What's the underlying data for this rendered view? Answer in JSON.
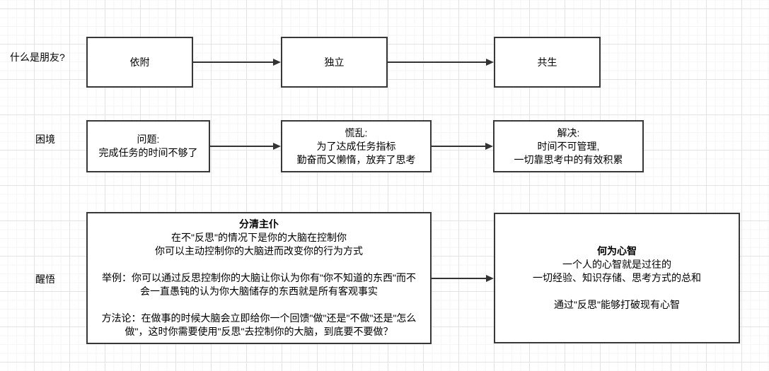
{
  "canvas": {
    "kind": "flowchart-on-grid",
    "colors": {
      "background": "#ffffff",
      "grid_minor": "#f6f6f6",
      "grid_major": "#e3e3e3",
      "box_border": "#383838",
      "arrow": "#333333",
      "text": "#000000"
    }
  },
  "rows": [
    {
      "label": "什么是朋友?",
      "boxes": [
        {
          "lines": [
            "依附"
          ]
        },
        {
          "lines": [
            "独立"
          ]
        },
        {
          "lines": [
            "共生"
          ]
        }
      ]
    },
    {
      "label": "困境",
      "boxes": [
        {
          "lines": [
            "问题:",
            "完成任务的时间不够了"
          ]
        },
        {
          "lines": [
            "慌乱:",
            "为了达成任务指标",
            "勤奋而又懒惰，放弃了思考"
          ]
        },
        {
          "lines": [
            "解决:",
            "时间不可管理,",
            "一切靠思考中的有效积累"
          ]
        }
      ]
    },
    {
      "label": "醒悟",
      "boxes": [
        {
          "title": "分清主仆",
          "lines": [
            "在不\"反思\"的情况下是你的大脑在控制你",
            "你可以主动控制你的大脑进而改变你的行为方式",
            "",
            "举例：你可以通过反思控制你的大脑让你认为你有\"你不知道的东西\"而不",
            "会一直愚钝的认为你大脑储存的东西就是所有客观事实",
            "",
            "方法论：在做事的时候大脑会立即给你一个回馈\"做\"还是\"不做\"还是\"怎么",
            "做\"，这时你需要使用\"反思\"去控制你的大脑，到底要不要做？"
          ]
        },
        {
          "title": "何为心智",
          "lines": [
            "一个人的心智就是过往的",
            "一切经验、知识存储、思考方式的总和",
            "",
            "通过\"反思\"能够打破现有心智"
          ]
        }
      ]
    }
  ],
  "connections": [
    {
      "from": "依附",
      "to": "独立"
    },
    {
      "from": "独立",
      "to": "共生"
    },
    {
      "from": "问题",
      "to": "慌乱"
    },
    {
      "from": "慌乱",
      "to": "解决"
    },
    {
      "from": "分清主仆",
      "to": "何为心智"
    }
  ]
}
